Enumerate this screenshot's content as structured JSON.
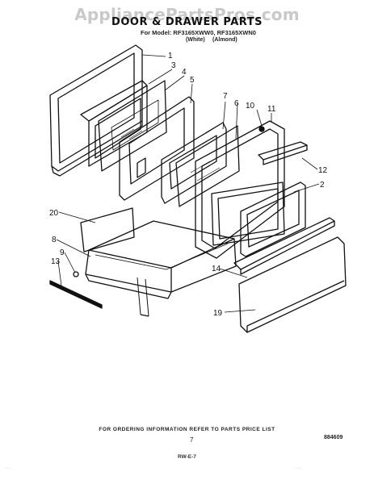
{
  "watermark": "AppliancePartsPros.com",
  "title": "DOOR & DRAWER PARTS",
  "model_line": "For Model: RF3165XWW0, RF3165XWN0",
  "variant_white": "(White)",
  "variant_almond": "(Almond)",
  "callouts": [
    "1",
    "2",
    "3",
    "4",
    "5",
    "6",
    "7",
    "8",
    "9",
    "10",
    "11",
    "12",
    "13",
    "14",
    "19",
    "20"
  ],
  "footer_note": "FOR ORDERING INFORMATION REFER TO PARTS PRICE LIST",
  "page_number": "7",
  "ref_code": "884609",
  "revision": "RW-E-7",
  "corner_left": "........",
  "corner_right": "........"
}
